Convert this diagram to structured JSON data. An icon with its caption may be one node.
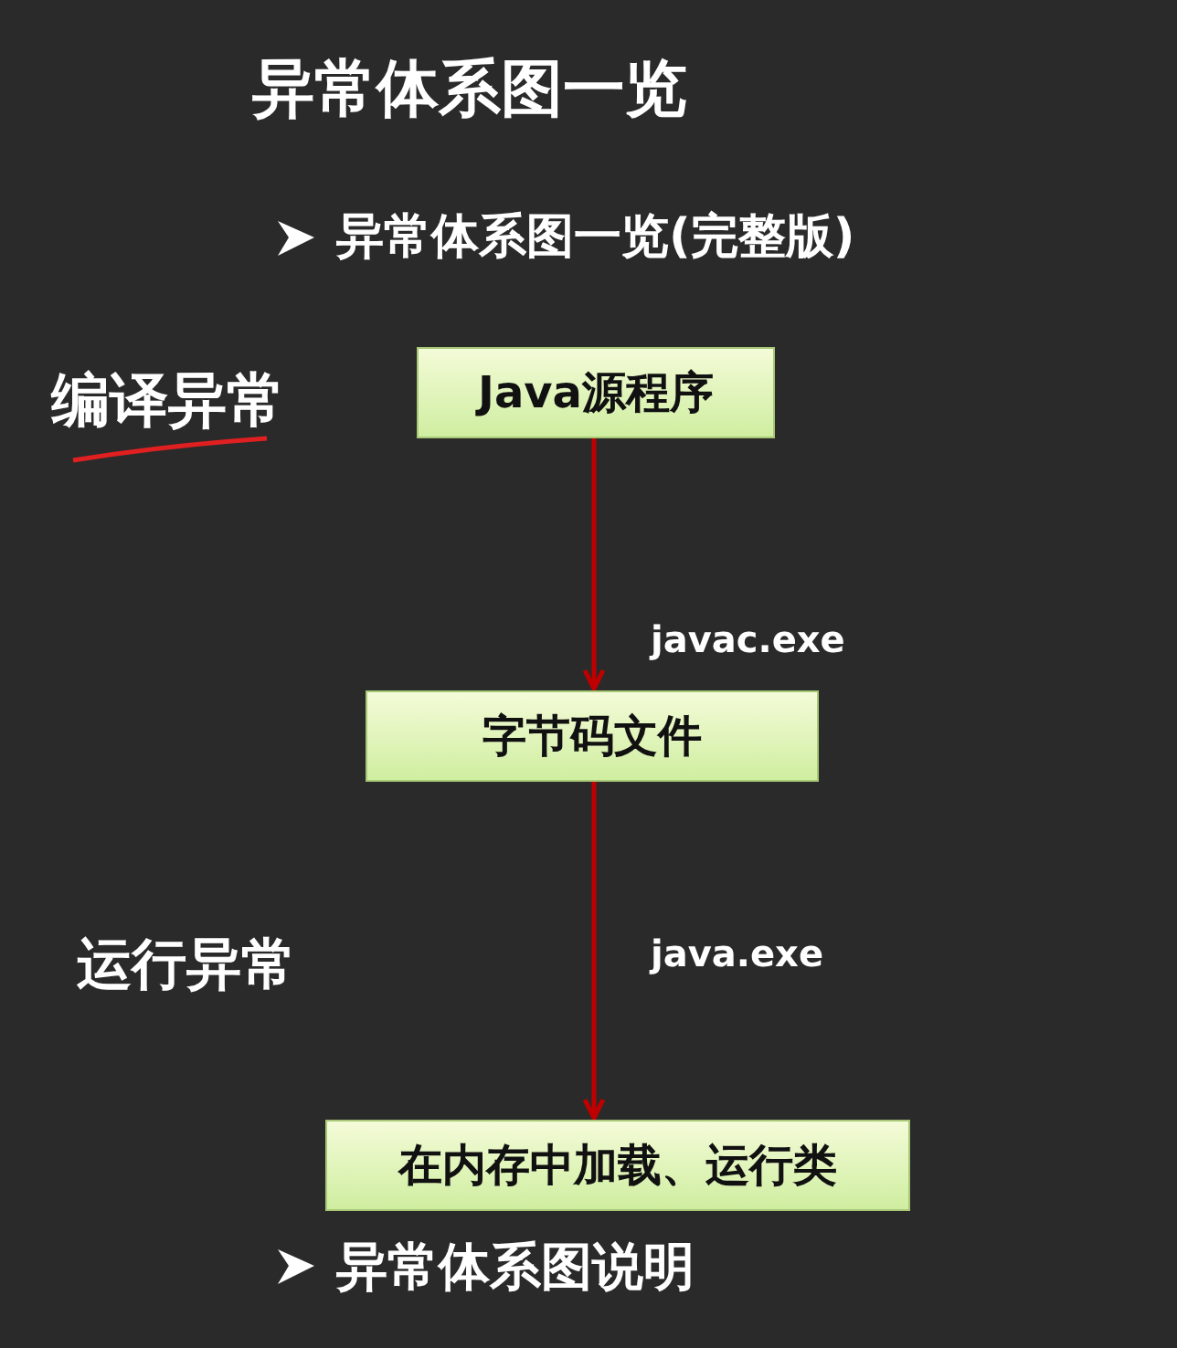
{
  "diagram": {
    "title": "异常体系图一览",
    "nodes": [
      {
        "text": [
          "Java源程序"
        ]
      },
      {
        "text": [
          "字节码文件"
        ]
      },
      {
        "text": [
          "在内存中加载、运行类"
        ]
      }
    ],
    "edges": [
      {
        "from": 0,
        "to": 1,
        "arrow": "to",
        "label": "javac.exe"
      },
      {
        "from": 1,
        "to": 2,
        "arrow": "to",
        "label": "java.exe"
      }
    ],
    "labels": [
      "异常体系图一览(完整版)",
      "编译异常",
      "运行异常",
      "异常体系图说明"
    ]
  }
}
